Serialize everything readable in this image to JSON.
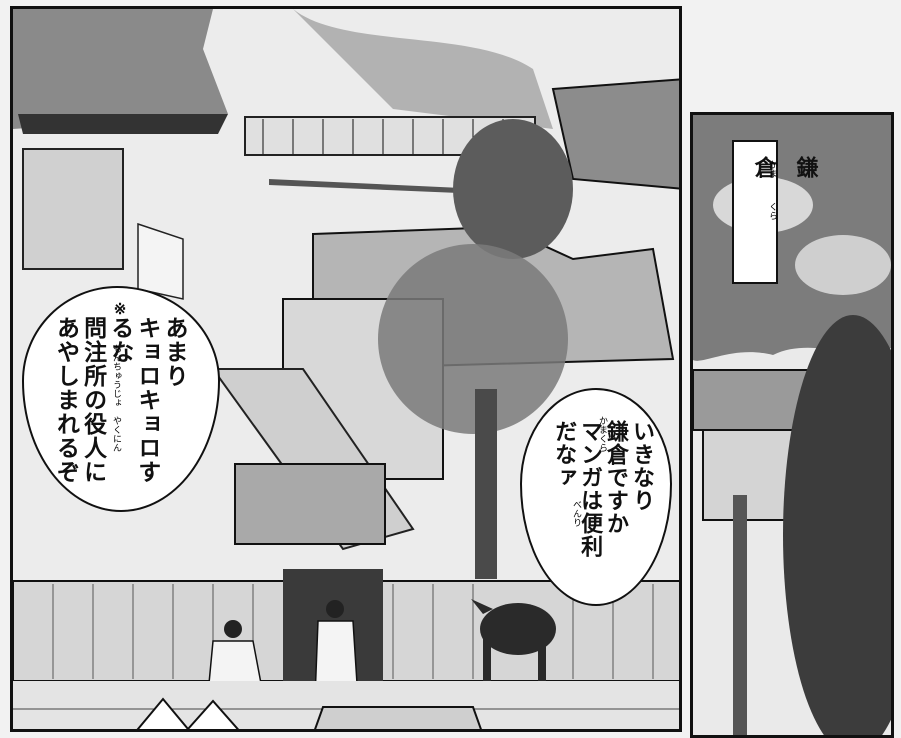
{
  "speech_left": {
    "note_mark": "※",
    "lines": [
      "あまり",
      "キョロキョロするな",
      "問注所の役人に",
      "あやしまれるぞ"
    ],
    "furigana": {
      "monchujo": "もんちゅうじょ",
      "yakunin": "やくにん"
    }
  },
  "speech_right": {
    "lines": [
      "いきなり",
      "鎌倉ですか",
      "マンガは便利",
      "だなァ"
    ],
    "furigana": {
      "kamakura": "かまくら",
      "benri": "べんり"
    }
  },
  "caption": {
    "chars": [
      "鎌",
      "倉"
    ],
    "furigana": [
      "かま",
      "くら"
    ]
  }
}
